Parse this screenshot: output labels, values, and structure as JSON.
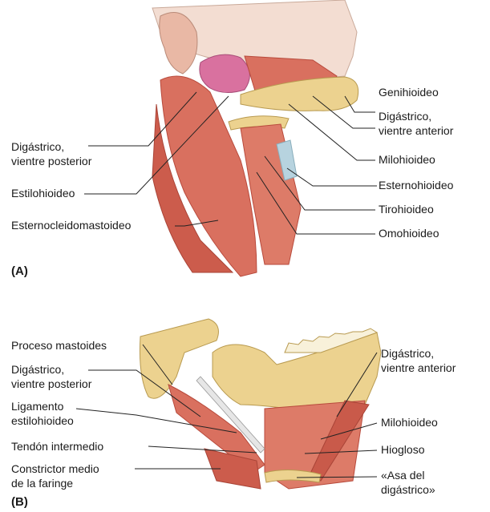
{
  "panel_a": {
    "tag": "(A)",
    "labels": {
      "genihioideo": "Genihioideo",
      "digastrico_anterior_1": "Digástrico,",
      "digastrico_anterior_2": "vientre anterior",
      "milohioideo": "Milohioideo",
      "esternohioideo": "Esternohioideo",
      "tirohioideo": "Tirohioideo",
      "omohioideo": "Omohioideo",
      "digastrico_posterior_1": "Digástrico,",
      "digastrico_posterior_2": "vientre posterior",
      "estilohioideo": "Estilohioideo",
      "esternocleidomastoideo": "Esternocleidomastoideo"
    }
  },
  "panel_b": {
    "tag": "(B)",
    "labels": {
      "proceso_mastoides": "Proceso mastoides",
      "digastrico_posterior_1": "Digástrico,",
      "digastrico_posterior_2": "vientre posterior",
      "ligamento_1": "Ligamento",
      "ligamento_2": "estilohioideo",
      "tendon_intermedio": "Tendón intermedio",
      "constrictor_1": "Constrictor medio",
      "constrictor_2": "de la faringe",
      "digastrico_anterior_1": "Digástrico,",
      "digastrico_anterior_2": "vientre anterior",
      "milohioideo": "Milohioideo",
      "hiogloso": "Hiogloso",
      "asa_1": "«Asa del",
      "asa_2": "digástrico»"
    }
  },
  "colors": {
    "muscle": "#d9705f",
    "muscle_dark": "#b84a3c",
    "skin": "#f3ddd2",
    "bone": "#ecd28f",
    "gland": "#d9719f",
    "leader": "#222222"
  }
}
